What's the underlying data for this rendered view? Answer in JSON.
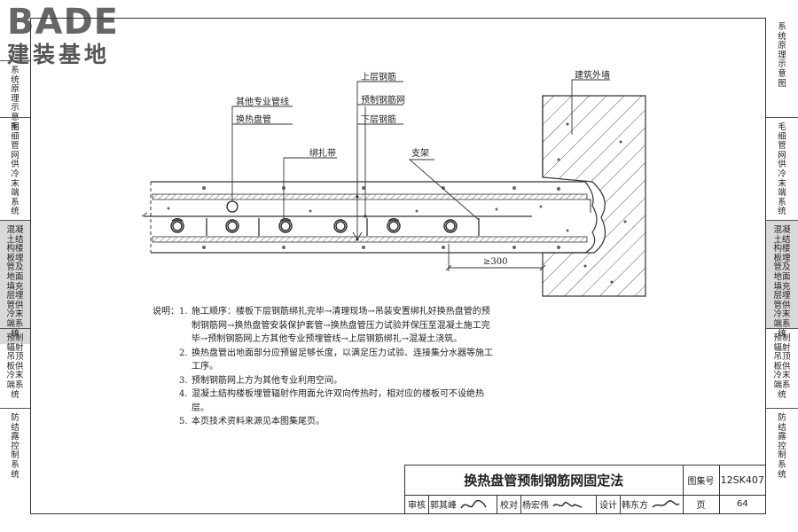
{
  "logo": {
    "brand": "BADE",
    "subtitle": "建装基地"
  },
  "left_tabs": [
    {
      "text": "系统原理示意图",
      "active": false
    },
    {
      "text": "毛细管网供冷末端系统",
      "active": false
    },
    {
      "text": "混凝土结构楼板埋管及地面填充层埋管供冷末端系统",
      "active": true
    },
    {
      "text": "预制辐射吊顶板供冷末端系统",
      "active": false
    },
    {
      "text": "防结露控制系统",
      "active": false
    }
  ],
  "right_tabs": [
    {
      "text": "系统原理示意图",
      "active": false
    },
    {
      "text": "毛细管网供冷末端系统",
      "active": false
    },
    {
      "text": "混凝土结构楼板埋管及地面填充层埋管供冷末端系统",
      "active": true
    },
    {
      "text": "预制辐射吊顶板供冷末端系统",
      "active": false
    },
    {
      "text": "防结露控制系统",
      "active": false
    }
  ],
  "drawing": {
    "labels": {
      "other_pipes": "其他专业管线",
      "heat_pipe": "换热盘管",
      "tie_band": "绑扎带",
      "upper_rebar": "上层钢筋",
      "prefab_mesh": "预制钢筋网",
      "lower_rebar": "下层钢筋",
      "support": "支架",
      "outer_wall": "建筑外墙",
      "dimension": "≥300"
    }
  },
  "notes": {
    "heading": "说明：",
    "items": [
      {
        "num": "1.",
        "text": "施工顺序：楼板下层钢筋绑扎完毕→清理现场→吊装安置绑扎好换热盘管的预制钢筋网→换热盘管安装保护套管→换热盘管压力试验并保压至混凝土施工完毕→预制钢筋网上方其他专业预埋管线→上层钢筋绑扎→混凝土浇筑。"
      },
      {
        "num": "2.",
        "text": "换热盘管出地面部分应预留足够长度，以满足压力试验、连接集分水器等施工工序。"
      },
      {
        "num": "3.",
        "text": "预制钢筋网上方为其他专业利用空间。"
      },
      {
        "num": "4.",
        "text": "混凝土结构楼板埋管辐射作用面允许双向传热时，相对应的楼板可不设绝热层。"
      },
      {
        "num": "5.",
        "text": "本页技术资料来源见本图集尾页。"
      }
    ]
  },
  "title_block": {
    "title": "换热盘管预制钢筋网固定法",
    "atlas_label": "图集号",
    "atlas_no": "12SK407",
    "review_label": "审核",
    "reviewer": "郭其峰",
    "check_label": "校对",
    "checker": "杨宏伟",
    "design_label": "设计",
    "designer": "韩东方",
    "page_label": "页",
    "page_no": "64"
  }
}
